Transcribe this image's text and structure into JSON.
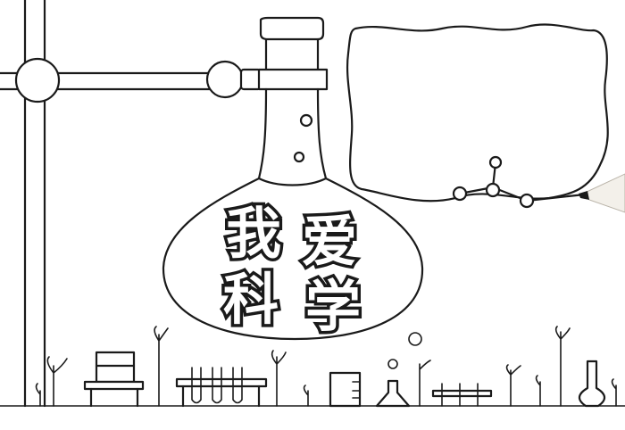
{
  "poster": {
    "title_lines": [
      "我爱",
      "科学"
    ],
    "title_chars": [
      "我",
      "爱",
      "科",
      "学"
    ]
  },
  "colors": {
    "ink": "#1a1a1a",
    "paper": "#ffffff",
    "pen_body": "#f3f0ea"
  },
  "icons": {
    "stand": "retort-stand-icon",
    "flask": "round-flask-icon",
    "molecule": "molecule-icon",
    "pen": "marker-pen-icon",
    "plants": "sprout-icon"
  }
}
